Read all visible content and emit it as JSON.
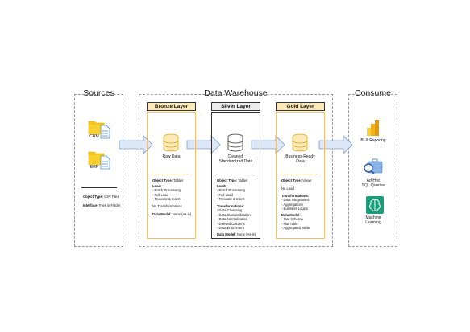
{
  "sections": {
    "sources": "Sources",
    "warehouse": "Data Warehouse",
    "consume": "Consume"
  },
  "sources": {
    "items": [
      {
        "label": "CRM",
        "icon": "folder-file-icon"
      },
      {
        "label": "ERP",
        "icon": "folder-file-icon"
      }
    ],
    "object_type_label": "Object Type:",
    "object_type_value": "CSV Files",
    "interface_label": "Interface:",
    "interface_value": "Files in Folder"
  },
  "layers": [
    {
      "title": "Bronze Layer",
      "caption": "Raw Data",
      "object_type_label": "Object Type:",
      "object_type_value": "Tables",
      "load_label": "Load:",
      "load_items": [
        "- Batch Processing",
        "- Full Load",
        "- Truncate & Insert"
      ],
      "transform_text": "No Transformations",
      "model_label": "Data Model:",
      "model_value": "None (As-is)",
      "color": "#f0c070"
    },
    {
      "title": "Silver Layer",
      "caption_line1": "Cleaned,",
      "caption_line2": "Standardized Data",
      "object_type_label": "Object Type:",
      "object_type_value": "Tables",
      "load_label": "Load:",
      "load_items": [
        "- Batch Processing",
        "- Full Load",
        "- Truncate & Insert"
      ],
      "transform_label": "Transformations:",
      "transform_items": [
        "- Data Cleansing",
        "- Data Standardization",
        "- Data Normalization",
        "- Derived Columns",
        "- Data Enrichment"
      ],
      "model_label": "Data Model:",
      "model_value": "None (As-is)",
      "color": "#333333"
    },
    {
      "title": "Gold Layer",
      "caption_line1": "Business-Ready",
      "caption_line2": "Data",
      "object_type_label": "Object Type:",
      "object_type_value": "Views",
      "load_text": "No Load",
      "transform_label": "Transformations:",
      "transform_items": [
        "- Data Integrations",
        "- Aggregations",
        "- Business Logics"
      ],
      "model_label": "Data Model:",
      "model_items": [
        "- Star Schema",
        "- Flat Table",
        "- Aggregated Table"
      ],
      "color": "#f0c070"
    }
  ],
  "consume": [
    {
      "label": "BI & Reporing",
      "icon": "bar-chart-icon"
    },
    {
      "label_line1": "Ad-Hoc",
      "label_line2": "SQL Queries",
      "icon": "search-briefcase-icon"
    },
    {
      "label_line1": "Machine",
      "label_line2": "Learning",
      "icon": "brain-icon"
    }
  ],
  "colors": {
    "gold_accent": "#f0c070",
    "header_fill": "#fde9b8",
    "arrow_fill": "#dce8f7",
    "arrow_stroke": "#7a9cc9",
    "icon_yellow": "#f5c518",
    "icon_blue": "#4a90d9",
    "ml_green": "#1a9e7a"
  }
}
